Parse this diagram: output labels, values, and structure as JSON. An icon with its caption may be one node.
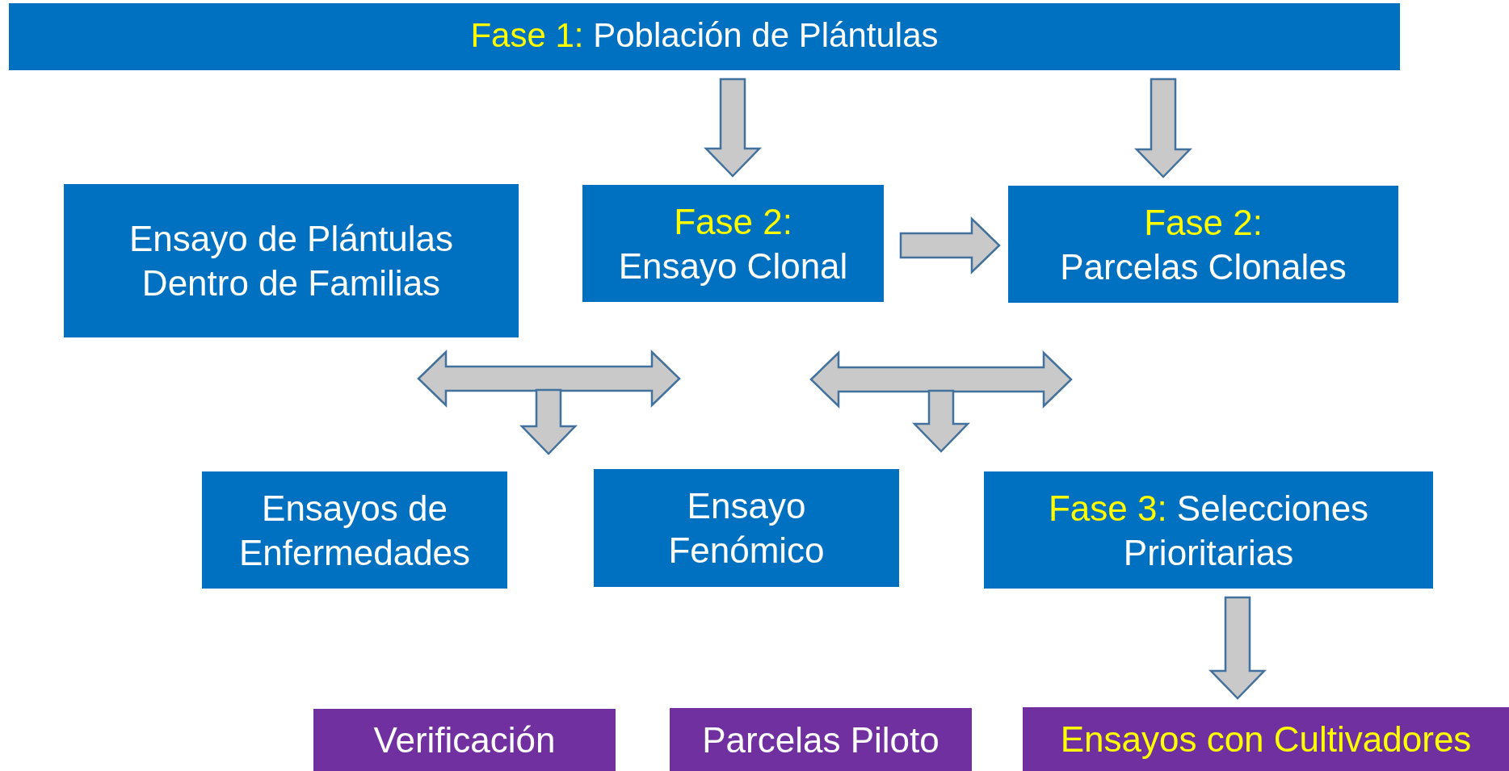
{
  "diagram": {
    "nodes": [
      {
        "text": [
          "Fase 1:",
          "Población de Plántulas"
        ]
      },
      {
        "text": [
          "Ensayo de Plántulas Dentro de Familias"
        ]
      },
      {
        "text": [
          "Fase 2:",
          "Ensayo Clonal"
        ]
      },
      {
        "text": [
          "Fase 2:",
          "Parcelas Clonales"
        ]
      },
      {
        "text": [
          "Ensayos de Enfermedades"
        ]
      },
      {
        "text": [
          "Ensayo Fenómico"
        ]
      },
      {
        "text": [
          "Fase 3:",
          "Selecciones Prioritarias"
        ]
      },
      {
        "text": [
          "Verificación"
        ]
      },
      {
        "text": [
          "Parcelas Piloto"
        ]
      },
      {
        "text": [
          "Ensayos con Cultivadores"
        ]
      }
    ],
    "edges": [
      {
        "from": 0,
        "to": 2,
        "arrow": "to"
      },
      {
        "from": 0,
        "to": 3,
        "arrow": "to"
      },
      {
        "from": 2,
        "to": 3,
        "arrow": "to"
      },
      {
        "from": 1,
        "to": 2,
        "arrow": "both"
      },
      {
        "from": null,
        "to": 4,
        "arrow": "to"
      },
      {
        "from": 2,
        "to": 3,
        "arrow": "both"
      },
      {
        "from": null,
        "to": 5,
        "arrow": "to"
      },
      {
        "from": 6,
        "to": 9,
        "arrow": "to"
      }
    ]
  }
}
